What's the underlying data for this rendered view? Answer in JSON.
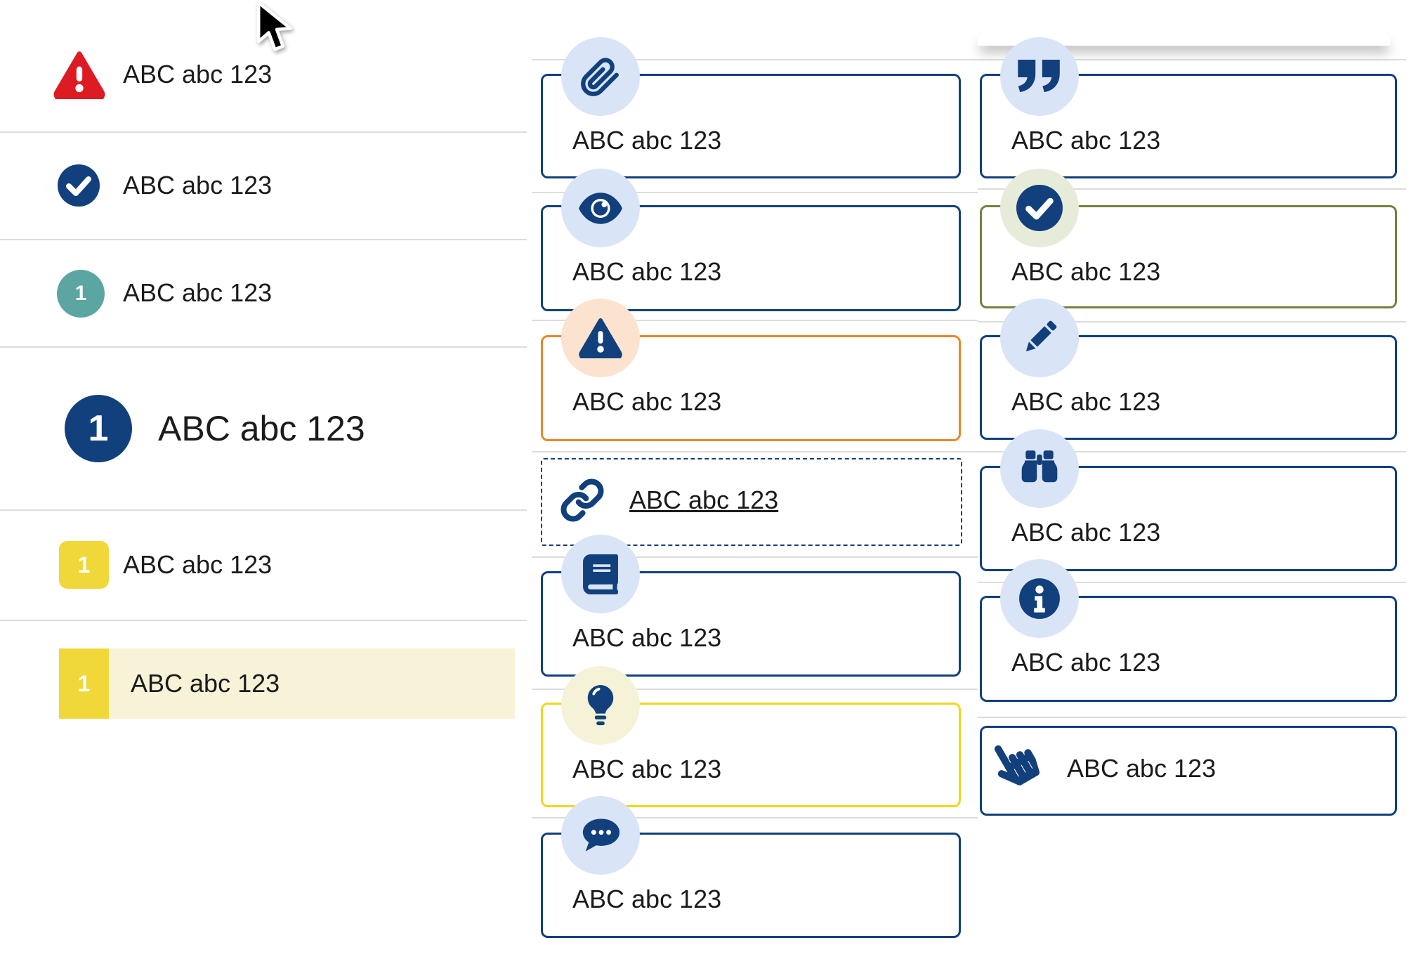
{
  "colors": {
    "navy": "#11407c",
    "red": "#dd1b23",
    "teal": "#5ba6a3",
    "yellow": "#f0d73a",
    "yellow-border": "#efd71f",
    "pale-yellow": "#f8f3d8",
    "pale-bulb": "#f6f2d8",
    "orange": "#e8882c",
    "olive": "#76813f",
    "sage": "#e7ebda",
    "peach": "#fbe3d0",
    "icon-blue": "#dae4f7",
    "text": "#1b1b1b",
    "separator": "#dcdcdc"
  },
  "left_list": {
    "items": [
      {
        "label": "ABC abc 123",
        "icon": "warning-triangle-icon"
      },
      {
        "label": "ABC abc 123",
        "icon": "check-circle-icon"
      },
      {
        "label": "ABC abc 123",
        "badge": "1",
        "style": "teal-circle"
      },
      {
        "label": "ABC abc 123",
        "badge": "1",
        "style": "navy-large-circle"
      },
      {
        "label": "ABC abc 123",
        "badge": "1",
        "style": "yellow-square"
      },
      {
        "label": "ABC abc 123",
        "badge": "1",
        "style": "yellow-square-highlighted-row"
      }
    ]
  },
  "middle_cards": {
    "cards": [
      {
        "label": "ABC abc 123",
        "icon": "paperclip-icon",
        "variant": "navy"
      },
      {
        "label": "ABC abc 123",
        "icon": "eye-icon",
        "variant": "navy"
      },
      {
        "label": "ABC abc 123",
        "icon": "warning-triangle-icon",
        "variant": "orange"
      },
      {
        "label": "ABC abc 123",
        "icon": "link-icon",
        "variant": "dashed-link"
      },
      {
        "label": "ABC abc 123",
        "icon": "book-icon",
        "variant": "navy"
      },
      {
        "label": "ABC abc 123",
        "icon": "lightbulb-icon",
        "variant": "yellow"
      },
      {
        "label": "ABC abc 123",
        "icon": "chat-icon",
        "variant": "navy"
      }
    ]
  },
  "right_cards": {
    "cards": [
      {
        "label": "ABC abc 123",
        "icon": "quote-icon",
        "variant": "navy"
      },
      {
        "label": "ABC abc 123",
        "icon": "check-circle-icon",
        "variant": "olive"
      },
      {
        "label": "ABC abc 123",
        "icon": "pencil-icon",
        "variant": "navy"
      },
      {
        "label": "ABC abc 123",
        "icon": "binoculars-icon",
        "variant": "navy"
      },
      {
        "label": "ABC abc 123",
        "icon": "info-icon",
        "variant": "navy"
      },
      {
        "label": "ABC abc 123",
        "icon": "hand-pointer-icon",
        "variant": "navy-inline"
      }
    ]
  }
}
